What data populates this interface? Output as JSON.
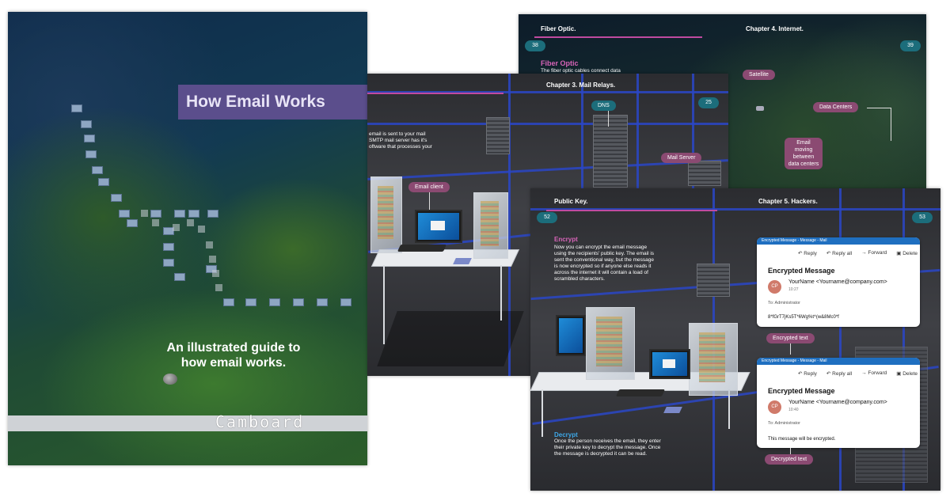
{
  "cover": {
    "title": "How Email Works",
    "subtitle_line1": "An illustrated guide to",
    "subtitle_line2": "how email works.",
    "brand": "Camboard"
  },
  "chapter4": {
    "left_heading": "Fiber Optic.",
    "right_heading": "Chapter 4. Internet.",
    "page_left": "38",
    "page_right": "39",
    "section_title": "Fiber Optic",
    "section_text": "The fiber optic cables connect data",
    "labels": {
      "satellite": "Satellite",
      "data_centers": "Data Centers",
      "email_moving": "Email moving between data centers"
    }
  },
  "chapter3": {
    "heading": "Chapter 3. Mail Relays.",
    "page": "25",
    "text_line1": "email is sent to your mail",
    "text_line2": "SMTP mail server has it's",
    "text_line3": "oftware that processes your",
    "labels": {
      "dns": "DNS",
      "mail_server": "Mail Server",
      "email_client": "Email client"
    }
  },
  "chapter5": {
    "left_heading": "Public Key.",
    "right_heading": "Chapter 5. Hackers.",
    "page_left": "52",
    "page_right": "53",
    "encrypt_title": "Encrypt",
    "encrypt_text": "Now you can encrypt the email message using the recipients' public key. The email is sent the conventional way, but the message is now encrypted so if anyone else reads it across the internet it will contain a load of scrambled characters.",
    "decrypt_title": "Decrypt",
    "decrypt_text": "Once the person receives the email, they enter their private key to decrypt the message. Once the message is decrypted it can be read.",
    "encrypted_label": "Encrypted text",
    "decrypted_label": "Decrypted text"
  },
  "mail_top": {
    "window_title": "Encrypted Message - Message - Mail",
    "reply": "Reply",
    "reply_all": "Reply all",
    "forward": "Forward",
    "delete": "Delete",
    "subject": "Encrypted Message",
    "avatar": "CP",
    "from": "YourName <Yourname@company.com>",
    "time": "10:27",
    "to": "To: Administrator",
    "content": "8*fGrT7jKs5T*6Wg%t^(w&8Mc0*f"
  },
  "mail_bottom": {
    "window_title": "Encrypted Message - Message - Mail",
    "reply": "Reply",
    "reply_all": "Reply all",
    "forward": "Forward",
    "delete": "Delete",
    "subject": "Encrypted Message",
    "avatar": "CP",
    "from": "YourName <Yourname@company.com>",
    "time": "10:40",
    "to": "To: Administrator",
    "content": "This message will be encrypted."
  },
  "colors": {
    "title_band": "#5b4e8c",
    "pill_teal": "#1c6d7b",
    "pill_plum": "#8b4a72",
    "grid_blue": "#2a46c7",
    "accent_pink": "#c04aa0",
    "mail_bar": "#1f6fc0"
  }
}
